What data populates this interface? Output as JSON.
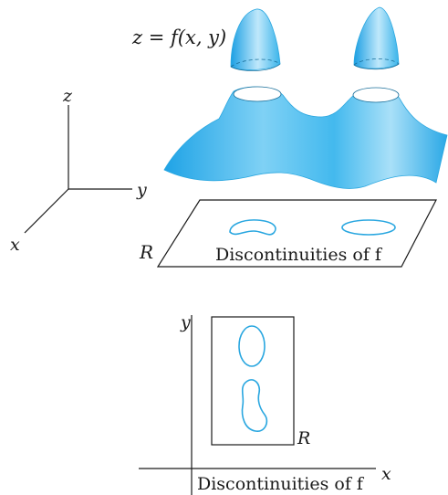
{
  "top_figure": {
    "surface_label": "z = f(x, y)",
    "axes": {
      "z": "z",
      "y": "y",
      "x": "x"
    },
    "region_label": "R",
    "caption": "Discontinuities of f"
  },
  "bottom_figure": {
    "axes": {
      "y": "y",
      "x": "x"
    },
    "region_label": "R",
    "caption": "Discontinuities of f"
  },
  "colors": {
    "surface": "#3fb8ec",
    "surface_light": "#9fdcf7",
    "curve": "#2aa7e0",
    "line": "#1a1a1a"
  }
}
